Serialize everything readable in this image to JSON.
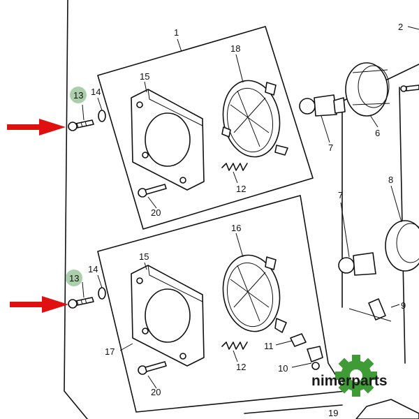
{
  "diagram": {
    "callouts": [
      "1",
      "2",
      "6",
      "7",
      "7",
      "8",
      "9",
      "10",
      "11",
      "12",
      "12",
      "13",
      "13",
      "14",
      "14",
      "15",
      "15",
      "16",
      "17",
      "18",
      "19",
      "20",
      "20"
    ],
    "highlight_color": "#9cc59c",
    "arrow_color": "#e01010"
  },
  "watermark": {
    "text": "nimerparts",
    "gear_color": "#3f9b36"
  }
}
